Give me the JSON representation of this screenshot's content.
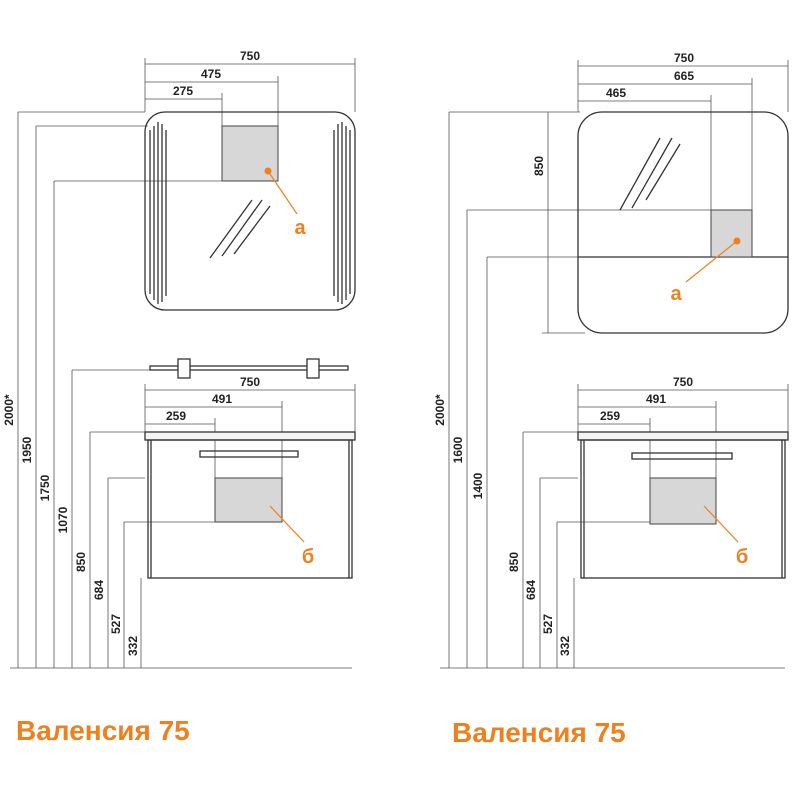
{
  "left": {
    "title": "Валенсия 75",
    "mirror": {
      "width_dims": [
        "750",
        "475",
        "275"
      ],
      "marker": "а"
    },
    "cabinet": {
      "width_dims": [
        "750",
        "491",
        "259"
      ],
      "marker": "б"
    },
    "height_dims": [
      "2000*",
      "1950",
      "1750",
      "1070",
      "850",
      "684",
      "527",
      "332"
    ]
  },
  "right": {
    "title": "Валенсия 75",
    "mirror": {
      "width_dims": [
        "750",
        "665",
        "465"
      ],
      "height_dim": "850",
      "marker": "а"
    },
    "cabinet": {
      "width_dims": [
        "750",
        "491",
        "259"
      ],
      "marker": "б"
    },
    "height_dims": [
      "2000*",
      "1600",
      "1400",
      "850",
      "684",
      "527",
      "332"
    ]
  },
  "colors": {
    "accent": "#f07f1e",
    "line": "#333333",
    "box_fill": "#d7d7d7"
  }
}
